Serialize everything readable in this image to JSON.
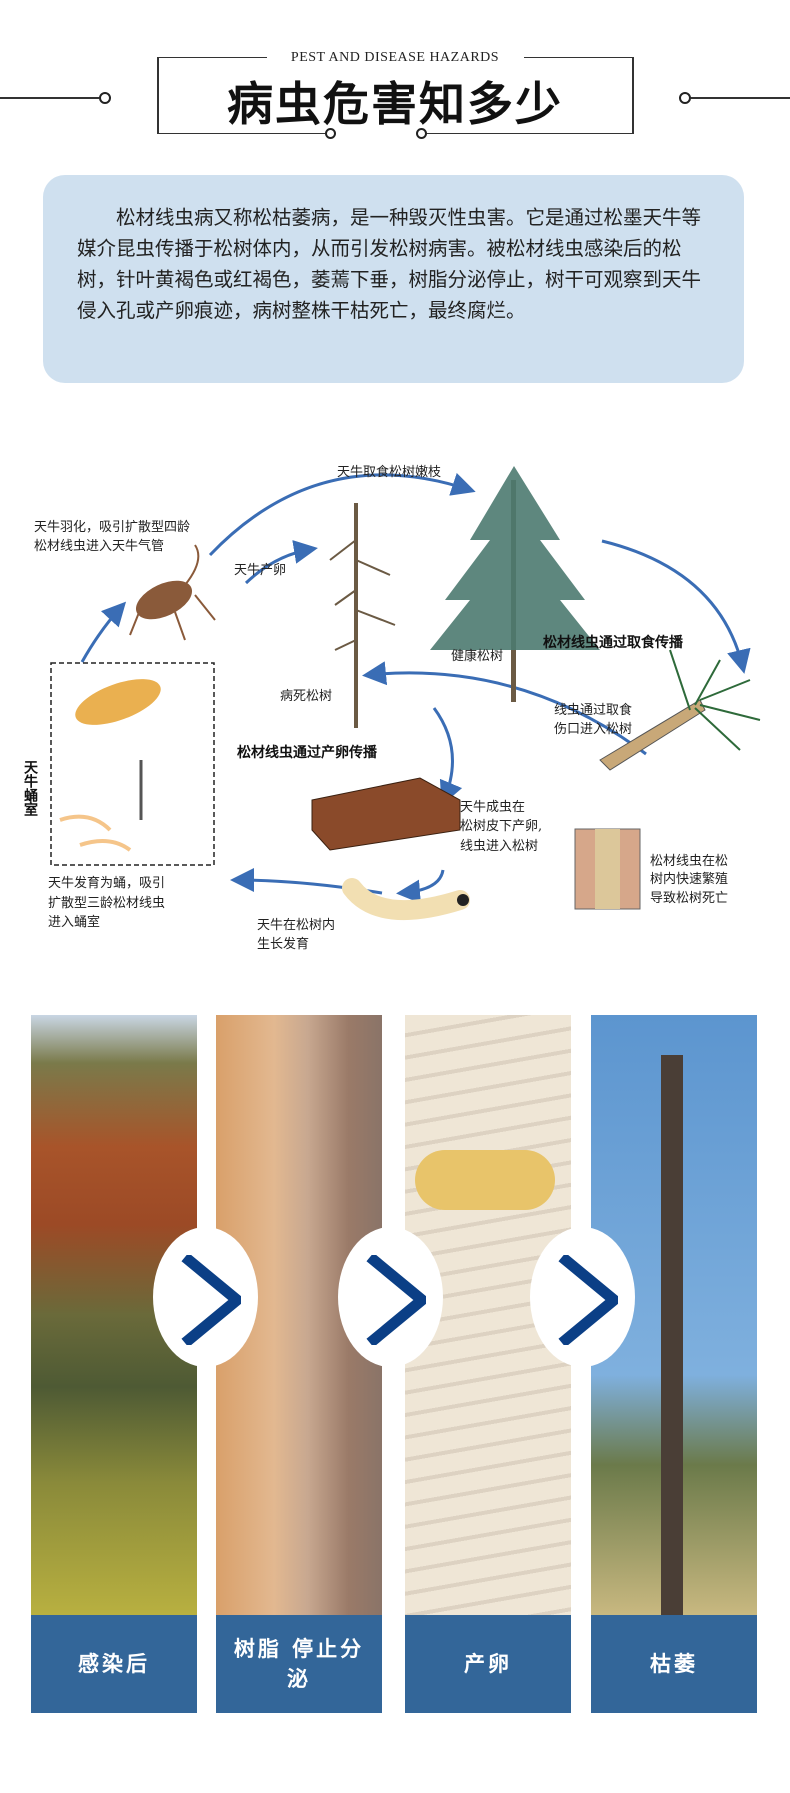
{
  "header": {
    "subtitle": "PEST AND DISEASE HAZARDS",
    "title": "病虫危害知多少"
  },
  "intro": {
    "text": "松材线虫病又称松枯萎病，是一种毁灭性虫害。它是通过松墨天牛等媒介昆虫传播于松树体内，从而引发松树病害。被松材线虫感染后的松树，针叶黄褐色或红褐色，萎蔫下垂，树脂分泌停止，树干可观察到天牛侵入孔或产卵痕迹，病树整株干枯死亡，最终腐烂。"
  },
  "diagram": {
    "feed_twigs": "天牛取食松树嫩枝",
    "emerge_1": "天牛羽化，吸引扩散型四龄",
    "emerge_2": "松材线虫进入天牛气管",
    "lay_eggs": "天牛产卵",
    "healthy_tree": "健康松树",
    "spread_feeding": "松材线虫通过取食传播",
    "dead_tree": "病死松树",
    "wound_1": "线虫通过取食",
    "wound_2": "伤口进入松树",
    "spread_eggs": "松材线虫通过产卵传播",
    "pupal_chamber": "天牛蛹室",
    "adult_1": "天牛成虫在",
    "adult_2": "松树皮下产卵,",
    "adult_3": "线虫进入松树",
    "multiply_1": "松材线虫在松",
    "multiply_2": "树内快速繁殖",
    "multiply_3": "导致松树死亡",
    "pupa_1": "天牛发育为蛹，吸引",
    "pupa_2": "扩散型三龄松材线虫",
    "pupa_3": "进入蛹室",
    "larva_1": "天牛在松树内",
    "larva_2": "生长发育"
  },
  "stages": [
    {
      "label": "感染后"
    },
    {
      "label": "树脂 停止分泌"
    },
    {
      "label": "产卵"
    },
    {
      "label": "枯萎"
    }
  ],
  "colors": {
    "label_bg": "#336699",
    "chevron": "#0b3f86",
    "intro_bg": "#cfe0ef",
    "arrow": "#3a6db5"
  }
}
